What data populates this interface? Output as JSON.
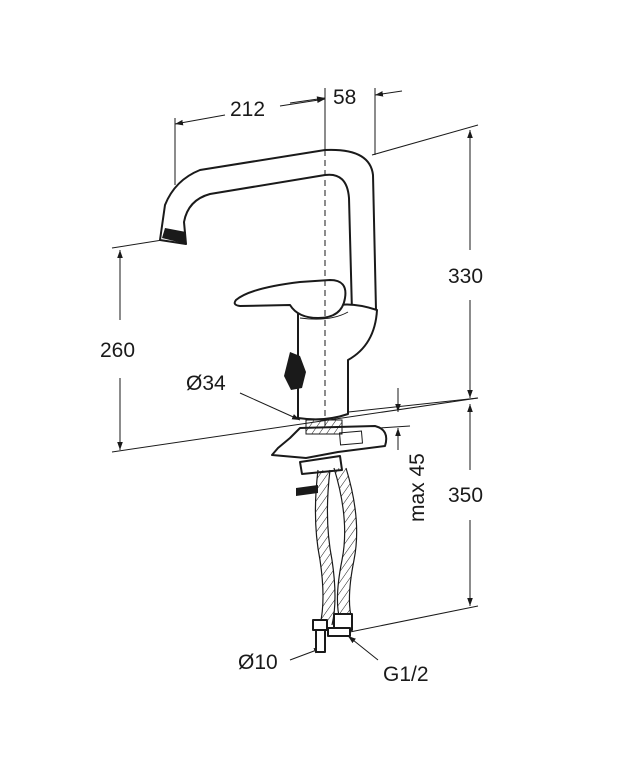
{
  "dimensions": {
    "spout_reach": "212",
    "spout_offset": "58",
    "total_height": "330",
    "spout_height": "260",
    "base_diameter": "Ø34",
    "max_thickness": "max 45",
    "hose_length": "350",
    "hose_diameter": "Ø10",
    "connection_thread": "G1/2"
  },
  "colors": {
    "line": "#1a1a1a",
    "background": "#ffffff"
  }
}
